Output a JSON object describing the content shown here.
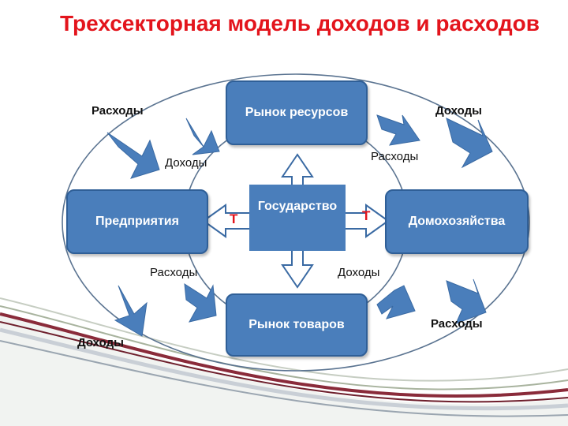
{
  "title": "Трехсекторная модель доходов и расходов",
  "nodes": {
    "resource_market": "Рынок ресурсов",
    "goods_market": "Рынок товаров",
    "firms": "Предприятия",
    "households": "Домохозяйства",
    "government": "Государство"
  },
  "tax_left": "Т",
  "tax_right": "Т",
  "labels": {
    "outer_top_left": "Расходы",
    "outer_top_right": "Доходы",
    "outer_bottom_left": "Доходы",
    "outer_bottom_right": "Расходы",
    "inner_top_left": "Доходы",
    "inner_top_right": "Расходы",
    "inner_bottom_left": "Расходы",
    "inner_bottom_right": "Доходы"
  },
  "colors": {
    "title": "#e3141c",
    "node_fill": "#4a7ebb",
    "node_border": "#2f5f97",
    "arrow_fill": "#4a7ebb",
    "government_arrow_fill": "#ffffff",
    "flow_line": "#5b7491",
    "tax_text": "#e3141c"
  }
}
